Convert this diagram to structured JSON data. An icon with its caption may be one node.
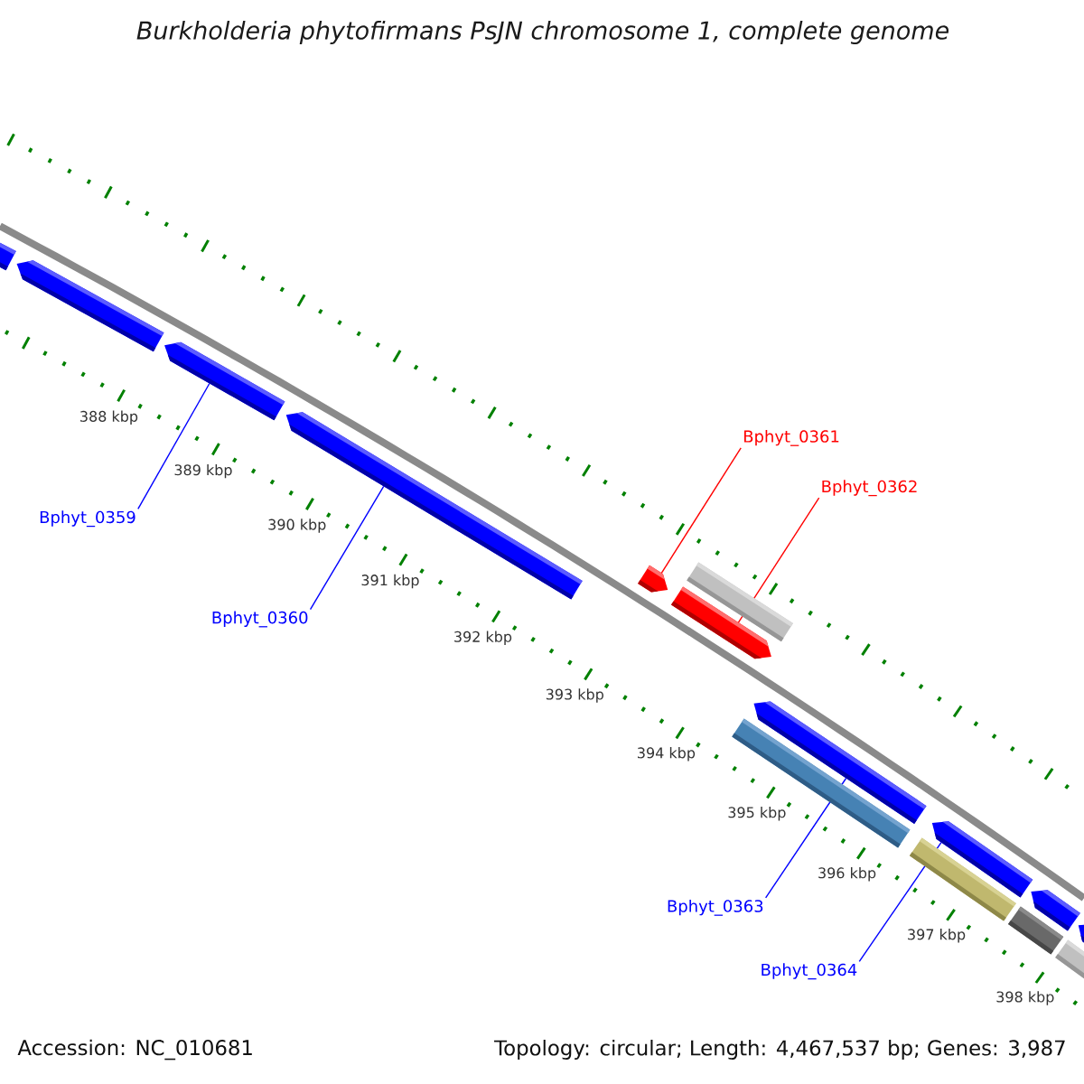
{
  "diagram": {
    "title": "Burkholderia phytofirmans PsJN chromosome 1, complete genome",
    "nodes": [
      {
        "text": [
          "Bphyt_0361"
        ]
      },
      {
        "text": [
          "Bphyt_0362"
        ]
      },
      {
        "text": [
          "Bphyt_0359"
        ]
      },
      {
        "text": [
          "Bphyt_0360"
        ]
      },
      {
        "text": [
          "Bphyt_0363"
        ]
      },
      {
        "text": [
          "Bphyt_0364"
        ]
      },
      {
        "text": [],
        "shape": "arrow"
      },
      {
        "text": [],
        "shape": "arrow"
      },
      {
        "text": [],
        "shape": "arrow"
      },
      {
        "text": [],
        "shape": "arrow"
      },
      {
        "text": [],
        "shape": "arrow"
      },
      {
        "text": [],
        "shape": "arrow"
      }
    ],
    "edges": [
      {
        "from": 0,
        "to": 8,
        "arrow": "none",
        "color": "#ff0000"
      },
      {
        "from": 1,
        "to": 9,
        "arrow": "none",
        "color": "#ff0000"
      },
      {
        "from": 2,
        "to": 6,
        "arrow": "none"
      },
      {
        "from": 3,
        "to": 7,
        "arrow": "none"
      },
      {
        "from": 4,
        "to": 10,
        "arrow": "none"
      },
      {
        "from": 5,
        "to": 11,
        "arrow": "none"
      }
    ],
    "labels": [
      "388 kbp",
      "389 kbp",
      "390 kbp",
      "391 kbp",
      "392 kbp",
      "393 kbp",
      "394 kbp",
      "395 kbp",
      "396 kbp",
      "397 kbp",
      "398 kbp",
      "Accession: NC_010681",
      "Topology: circular; Length: 4,467,537 bp; Genes: 3,987"
    ]
  }
}
